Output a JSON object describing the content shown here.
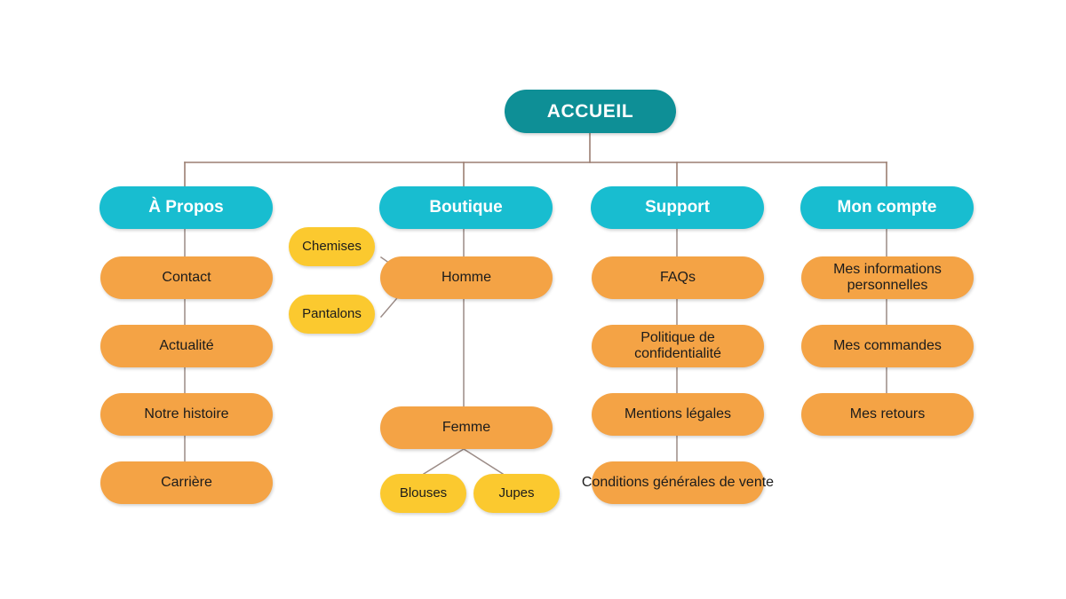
{
  "diagram": {
    "title": "Site map",
    "type": "tree",
    "background": "#ffffff",
    "edge_color": "#9b7f72",
    "colors": {
      "root": "#0e8f96",
      "section": "#18bdd0",
      "page": "#f4a345",
      "sub": "#fbc92f",
      "root_text": "#ffffff",
      "section_text": "#ffffff",
      "page_text": "#1b1b1b",
      "sub_text": "#1b1b1b"
    }
  },
  "nodes": {
    "root": {
      "label": "ACCUEIL",
      "level": "root"
    },
    "apropos": {
      "label": "À Propos",
      "level": "section"
    },
    "apropos_1": {
      "label": "Contact",
      "level": "page"
    },
    "apropos_2": {
      "label": "Actualité",
      "level": "page"
    },
    "apropos_3": {
      "label": "Notre histoire",
      "level": "page"
    },
    "apropos_4": {
      "label": "Carrière",
      "level": "page"
    },
    "boutique": {
      "label": "Boutique",
      "level": "section"
    },
    "homme": {
      "label": "Homme",
      "level": "page"
    },
    "chemises": {
      "label": "Chemises",
      "level": "sub"
    },
    "pantalons": {
      "label": "Pantalons",
      "level": "sub"
    },
    "femme": {
      "label": "Femme",
      "level": "page"
    },
    "blouses": {
      "label": "Blouses",
      "level": "sub"
    },
    "jupes": {
      "label": "Jupes",
      "level": "sub"
    },
    "support": {
      "label": "Support",
      "level": "section"
    },
    "support_1": {
      "label": "FAQs",
      "level": "page"
    },
    "support_2": {
      "label": "Politique de\nconfidentialité",
      "level": "page"
    },
    "support_3": {
      "label": "Mentions légales",
      "level": "page"
    },
    "support_4": {
      "label": "Conditions générales de\nvente",
      "level": "page"
    },
    "compte": {
      "label": "Mon compte",
      "level": "section"
    },
    "compte_1": {
      "label": "Mes informations\npersonnelles",
      "level": "page"
    },
    "compte_2": {
      "label": "Mes commandes",
      "level": "page"
    },
    "compte_3": {
      "label": "Mes retours",
      "level": "page"
    }
  }
}
